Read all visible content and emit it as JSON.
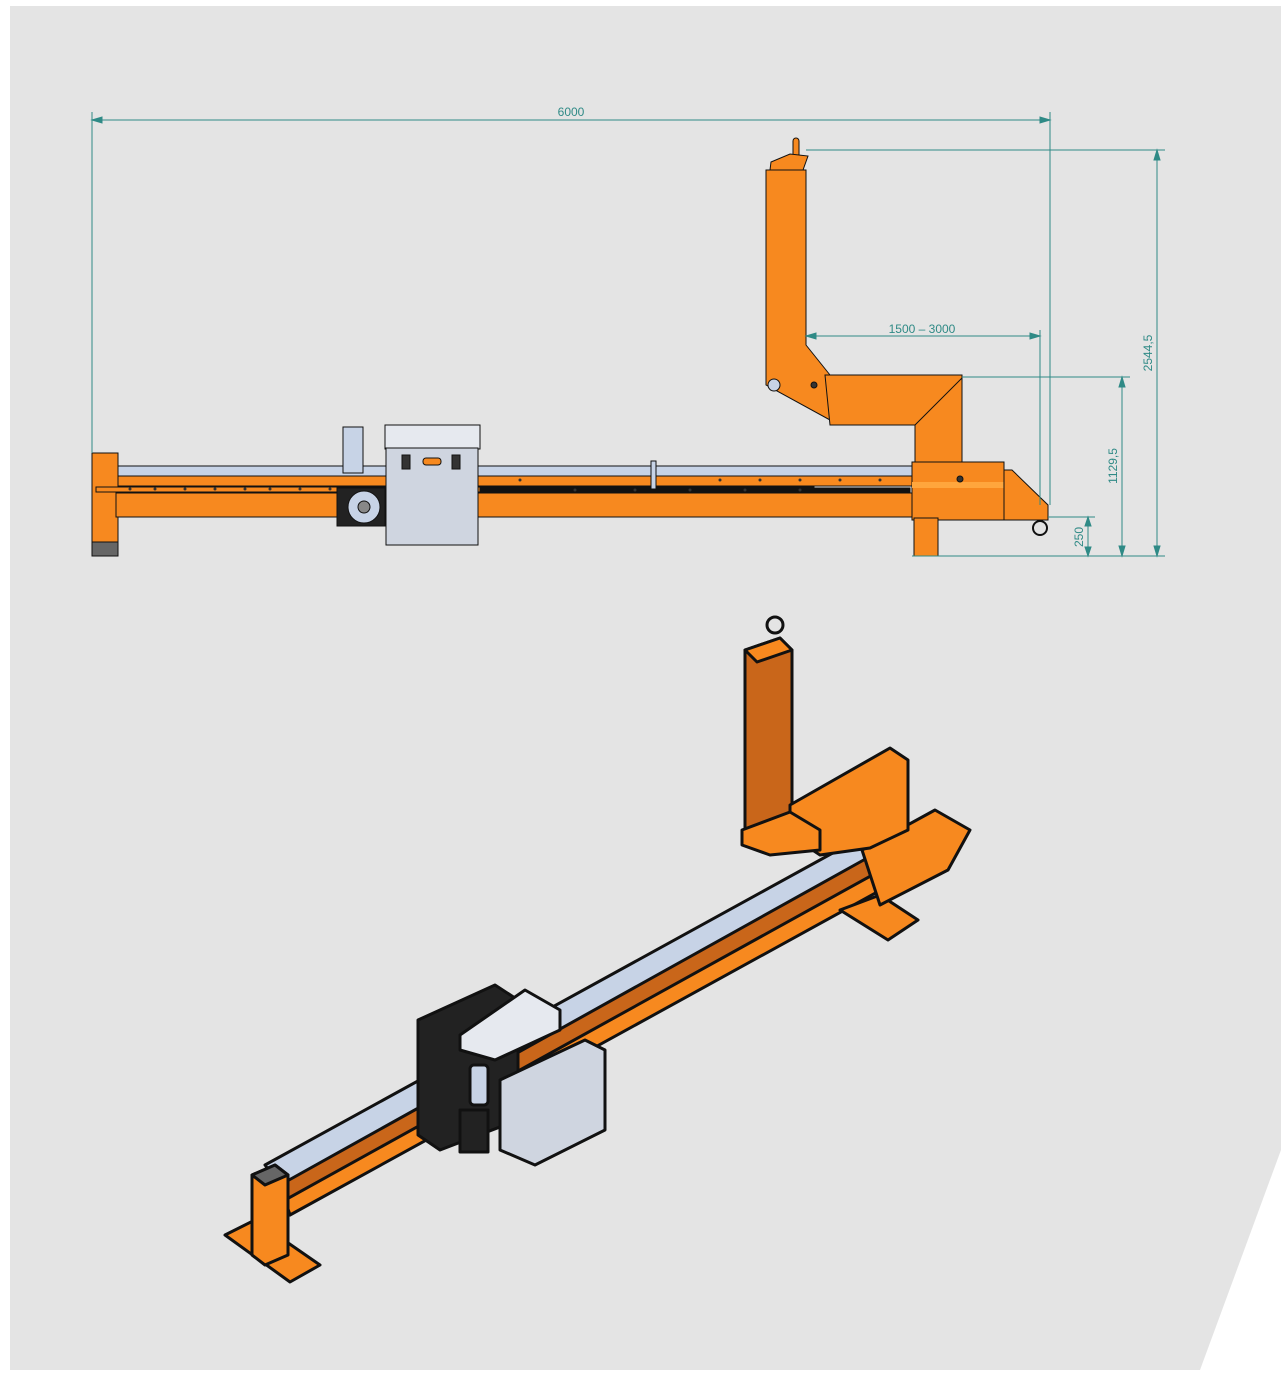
{
  "dimensions": {
    "overall_length": "6000",
    "reach": "1500 – 3000",
    "total_height": "2544,5",
    "arm_height": "1129,5",
    "base_height": "250"
  },
  "colors": {
    "background": "#e4e4e4",
    "frame_orange": "#f7891f",
    "frame_orange_dark": "#c9661a",
    "rail_blue": "#c7d3e6",
    "cabinet_grey": "#cfd5e0",
    "dimension_line": "#2f8a86",
    "outline": "#111111"
  }
}
